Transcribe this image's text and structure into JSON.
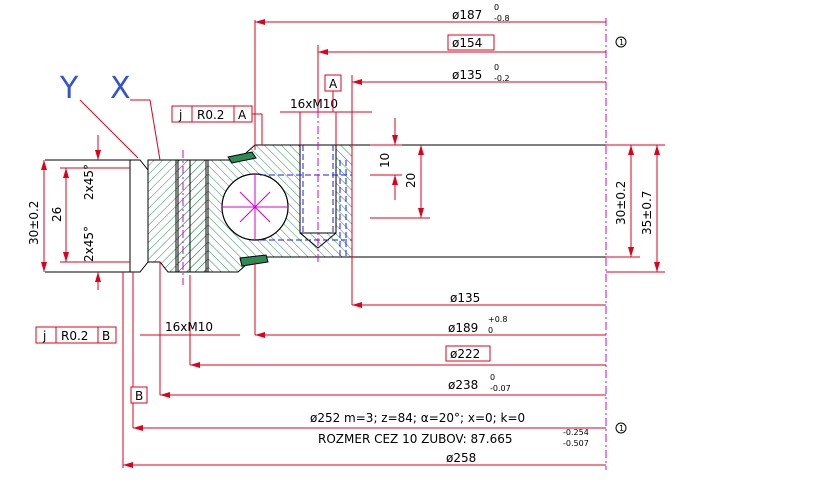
{
  "dimensions": {
    "d187": {
      "base": "ø187",
      "up": "0",
      "low": "-0.8"
    },
    "d154": "ø154",
    "d135_top": {
      "base": "ø135",
      "up": "0",
      "low": "-0.2"
    },
    "thread_top": "16xM10",
    "d135": "ø135",
    "d189": {
      "base": "ø189",
      "up": "+0.8",
      "low": "0"
    },
    "thread_bottom": "16xM10",
    "d222": "ø222",
    "d238": {
      "base": "ø238",
      "up": "0",
      "low": "-0.07"
    },
    "gear": "ø252   m=3;   z=84;   α=20°;   x=0;   k=0",
    "rozmer": "ROZMER  CEZ  10  ZUBOV:  87.665",
    "rozmer_tol": {
      "up": "-0.254",
      "low": "-0.507"
    },
    "d258": "ø258",
    "h10": "10",
    "h20": "20",
    "h30r": "30±0.2",
    "h35": "35±0.7",
    "h30l": "30±0.2",
    "h26": "26",
    "chamfer1": "2x45°",
    "chamfer2": "2x45°"
  },
  "tolerance_frames": {
    "top": {
      "sym": "j",
      "val": "R0.2",
      "ref": "A"
    },
    "bottom": {
      "sym": "j",
      "val": "R0.2",
      "ref": "B"
    }
  },
  "datums": {
    "a": "A",
    "b": "B"
  },
  "section_labels": {
    "y": "Y",
    "x": "X"
  },
  "note_marker": "1",
  "colors": {
    "dimension": "#e0001b",
    "outline": "#000000",
    "hidden": "#1a1aff",
    "centerline": "#d400d4",
    "seal": "#2e8b57",
    "label": "#3355cc"
  }
}
